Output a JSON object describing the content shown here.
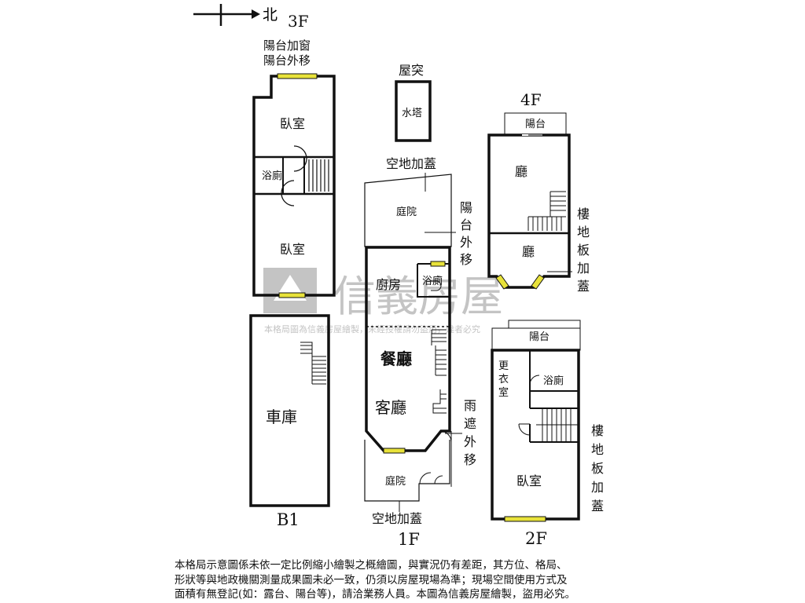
{
  "compass": {
    "label": "北"
  },
  "floors": {
    "f3": {
      "label": "3F",
      "rooms": {
        "bedroom_top": "臥室",
        "bath": "浴廁",
        "bedroom_bottom": "臥室"
      },
      "notes": {
        "balcony_window": "陽台加窗",
        "balcony_move": "陽台外移"
      }
    },
    "roof": {
      "label": "屋突",
      "water_tower": "水塔"
    },
    "b1": {
      "label": "B1",
      "garage": "車庫"
    },
    "f1": {
      "label": "1F",
      "rooms": {
        "courtyard_top": "庭院",
        "kitchen": "廚房",
        "bath": "浴廁",
        "dining": "餐廳",
        "living": "客廳",
        "courtyard_bottom": "庭院"
      },
      "notes": {
        "top_addition": "空地加蓋",
        "balcony_out": [
          "陽",
          "台",
          "外",
          "移"
        ],
        "canopy_out": [
          "雨",
          "遮",
          "外",
          "移"
        ],
        "bottom_addition": "空地加蓋"
      }
    },
    "f4": {
      "label": "4F",
      "rooms": {
        "balcony": "陽台",
        "hall_top": "廳",
        "hall_bottom": "廳"
      },
      "notes": {
        "floor_addition": [
          "樓",
          "地",
          "板",
          "加",
          "蓋"
        ]
      }
    },
    "f2": {
      "label": "2F",
      "rooms": {
        "balcony": "陽台",
        "closet": [
          "更",
          "衣",
          "室"
        ],
        "bath": "浴廁",
        "bedroom": "臥室"
      },
      "notes": {
        "floor_addition": [
          "樓",
          "地",
          "板",
          "加",
          "蓋"
        ]
      }
    }
  },
  "watermark": {
    "brand": "信義房屋",
    "line": "本格局圖為信義房屋繪製，未經授權請勿盜用，違者必究"
  },
  "disclaimer": [
    "本格局示意圖係未依一定比例縮小繪製之概繪圖，與實況仍有差距，其方位、格局、",
    "形狀等與地政機關測量成果圖未必一致，仍須以房屋現場為準；現場空間使用方式及",
    "面積有無登記(如：露台、陽台等)，請洽業務人員。本圖為信義房屋繪製，盜用必究。"
  ],
  "colors": {
    "window": "#e8e23a",
    "wall": "#111111",
    "watermark": "#9a9a9a"
  }
}
